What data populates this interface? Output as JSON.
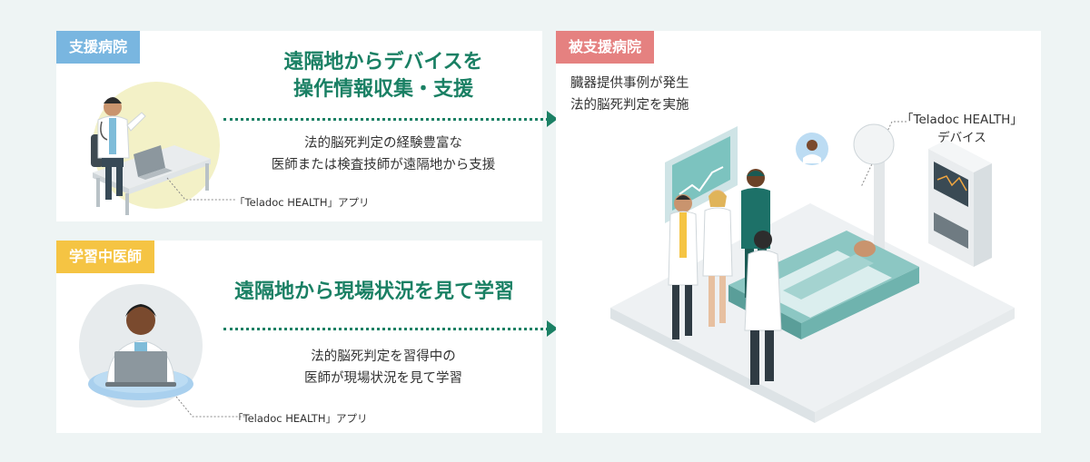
{
  "support_hospital": {
    "tag": "支援病院",
    "headline_line1": "遠隔地からデバイスを",
    "headline_line2": "操作情報収集・支援",
    "body_line1": "法的脳死判定の経験豊富な",
    "body_line2": "医師または検査技師が遠隔地から支援",
    "caption": "「Teladoc HEALTH」アプリ"
  },
  "trainee": {
    "tag": "学習中医師",
    "headline": "遠隔地から現場状況を見て学習",
    "body_line1": "法的脳死判定を習得中の",
    "body_line2": "医師が現場状況を見て学習",
    "caption": "「Teladoc HEALTH」アプリ"
  },
  "supported_hospital": {
    "tag": "被支援病院",
    "body_line1": "臓器提供事例が発生",
    "body_line2": "法的脳死判定を実施",
    "device_caption_line1": "「Teladoc HEALTH」",
    "device_caption_line2": "デバイス"
  },
  "colors": {
    "support_tag": "#79b6e0",
    "trainee_tag": "#f5c443",
    "supported_tag": "#e58180",
    "accent_green": "#1a8064"
  }
}
